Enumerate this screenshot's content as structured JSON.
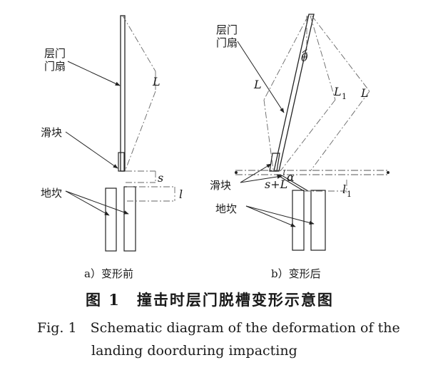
{
  "left_diagram": {
    "door_label_line1": "层门",
    "door_label_line2": "门扇",
    "slider_label": "滑块",
    "sill_label": "地坎",
    "var_L": "L",
    "var_s": "s",
    "var_l": "l",
    "caption": "a）变形前"
  },
  "right_diagram": {
    "door_label_line1": "层门",
    "door_label_line2": "门扇",
    "slider_label": "滑块",
    "sill_label": "地坎",
    "var_theta": "θ",
    "var_L_left": "L",
    "var_L1": "L",
    "var_L1_sub": "1",
    "var_L_right": "L",
    "var_sL": "s+L",
    "var_alpha": "α",
    "var_l1": "l",
    "var_l1_sub": "1",
    "caption": "b）变形后"
  },
  "figure_caption": {
    "chinese": "图 1　撞击时层门脱槽变形示意图",
    "english_line1": "Fig. 1　Schematic diagram of the deformation of the",
    "english_line2": "landing doorduring impacting"
  }
}
